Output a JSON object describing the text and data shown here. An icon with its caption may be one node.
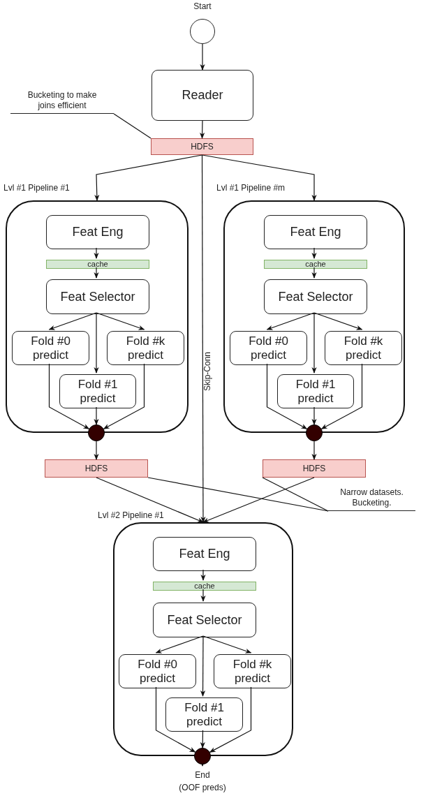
{
  "diagram": {
    "nodes": [
      {
        "text": [],
        "shape": "circle",
        "beside": [
          "Start"
        ]
      },
      {
        "text": [
          "Reader"
        ]
      },
      {
        "text": [
          "HDFS"
        ]
      },
      {
        "text": [
          "Lvl #1 Pipeline #1"
        ]
      },
      {
        "text": [
          "Feat Eng"
        ],
        "in": 3
      },
      {
        "text": [
          "cache"
        ],
        "in": 3
      },
      {
        "text": [
          "Feat Selector"
        ],
        "in": 3
      },
      {
        "text": [
          "Fold #0 predict"
        ],
        "in": 3
      },
      {
        "text": [
          "Fold #k predict"
        ],
        "in": 3
      },
      {
        "text": [
          "Fold #1 predict"
        ],
        "in": 3
      },
      {
        "text": [],
        "shape": "circle"
      },
      {
        "text": [
          "Lvl #1 Pipeline #m"
        ]
      },
      {
        "text": [
          "Feat Eng"
        ],
        "in": 11
      },
      {
        "text": [
          "cache"
        ],
        "in": 11
      },
      {
        "text": [
          "Feat Selector"
        ],
        "in": 11
      },
      {
        "text": [
          "Fold #0 predict"
        ],
        "in": 11
      },
      {
        "text": [
          "Fold #k predict"
        ],
        "in": 11
      },
      {
        "text": [
          "Fold #1 predict"
        ],
        "in": 11
      },
      {
        "text": [],
        "shape": "circle"
      },
      {
        "text": [
          "HDFS"
        ]
      },
      {
        "text": [
          "HDFS"
        ]
      },
      {
        "text": [
          "Bucketing to make joins efficient"
        ]
      },
      {
        "text": [
          "Narrow datasets. Bucketing."
        ]
      },
      {
        "text": [
          "Lvl #2 Pipeline #1"
        ]
      },
      {
        "text": [
          "Feat Eng"
        ],
        "in": 23
      },
      {
        "text": [
          "cache"
        ],
        "in": 23
      },
      {
        "text": [
          "Feat Selector"
        ],
        "in": 23
      },
      {
        "text": [
          "Fold #0 predict"
        ],
        "in": 23
      },
      {
        "text": [
          "Fold #k predict"
        ],
        "in": 23
      },
      {
        "text": [
          "Fold #1 predict"
        ],
        "in": 23
      },
      {
        "text": [],
        "shape": "circle"
      },
      {
        "text": [
          "End",
          "(OOF preds)"
        ]
      }
    ],
    "edges": [
      {
        "from": 0,
        "to": 1,
        "arrow": "to"
      },
      {
        "from": 1,
        "to": 2,
        "arrow": "to"
      },
      {
        "from": 2,
        "to": 3,
        "arrow": "to"
      },
      {
        "from": 2,
        "to": 11,
        "arrow": "to"
      },
      {
        "from": 2,
        "to": 23,
        "arrow": "to",
        "label": "Skip-Conn"
      },
      {
        "from": 4,
        "to": 5,
        "arrow": "to"
      },
      {
        "from": 5,
        "to": 6,
        "arrow": "to"
      },
      {
        "from": 6,
        "to": 7,
        "arrow": "to"
      },
      {
        "from": 6,
        "to": 9,
        "arrow": "to"
      },
      {
        "from": 6,
        "to": 8,
        "arrow": "to"
      },
      {
        "from": 7,
        "to": 10,
        "arrow": "to"
      },
      {
        "from": 9,
        "to": 10,
        "arrow": "to"
      },
      {
        "from": 8,
        "to": 10,
        "arrow": "to"
      },
      {
        "from": 10,
        "to": 19,
        "arrow": "to"
      },
      {
        "from": 12,
        "to": 13,
        "arrow": "to"
      },
      {
        "from": 13,
        "to": 14,
        "arrow": "to"
      },
      {
        "from": 14,
        "to": 15,
        "arrow": "to"
      },
      {
        "from": 14,
        "to": 17,
        "arrow": "to"
      },
      {
        "from": 14,
        "to": 16,
        "arrow": "to"
      },
      {
        "from": 15,
        "to": 18,
        "arrow": "to"
      },
      {
        "from": 17,
        "to": 18,
        "arrow": "to"
      },
      {
        "from": 16,
        "to": 18,
        "arrow": "to"
      },
      {
        "from": 18,
        "to": 20,
        "arrow": "to"
      },
      {
        "from": 19,
        "to": 23,
        "arrow": "to"
      },
      {
        "from": 20,
        "to": 23,
        "arrow": "to"
      },
      {
        "from": 21,
        "to": 2,
        "arrow": "none"
      },
      {
        "from": 22,
        "to": 19,
        "arrow": "none"
      },
      {
        "from": 22,
        "to": 20,
        "arrow": "none"
      },
      {
        "from": 24,
        "to": 25,
        "arrow": "to"
      },
      {
        "from": 25,
        "to": 26,
        "arrow": "to"
      },
      {
        "from": 26,
        "to": 27,
        "arrow": "to"
      },
      {
        "from": 26,
        "to": 29,
        "arrow": "to"
      },
      {
        "from": 26,
        "to": 28,
        "arrow": "to"
      },
      {
        "from": 27,
        "to": 30,
        "arrow": "to"
      },
      {
        "from": 29,
        "to": 30,
        "arrow": "to"
      },
      {
        "from": 28,
        "to": 30,
        "arrow": "to"
      },
      {
        "from": 30,
        "to": 31,
        "arrow": "to"
      }
    ]
  }
}
